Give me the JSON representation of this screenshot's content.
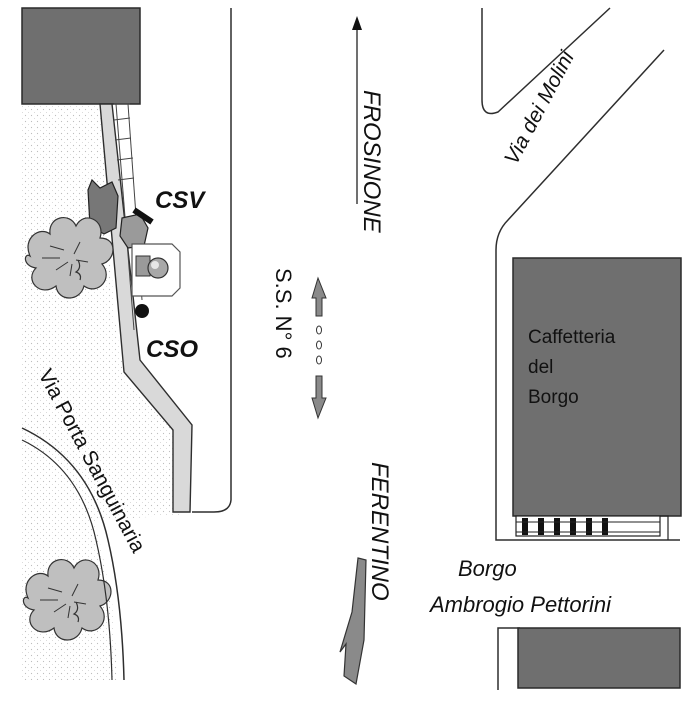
{
  "map": {
    "labels": {
      "frosinone": "FROSINONE",
      "ferentino": "FERENTINO",
      "highway": "S.S. N° 6",
      "via_dei_molini": "Via dei Molini",
      "via_porta_sanguinaria": "Via Porta Sanguinaria",
      "caffetteria": [
        "Caffetteria",
        "del",
        "Borgo"
      ],
      "borgo": [
        "Borgo",
        "Ambrogio Pettorini"
      ],
      "csv": "CSV",
      "cso": "CSO"
    },
    "colors": {
      "building_fill": "#6f6f6f",
      "building_stroke": "#2a2a2a",
      "sidewalk_fill": "#d9d9d9",
      "line": "#2e2e2e",
      "arrow_fill": "#8a8a8a"
    },
    "icons": [
      "tree-icon",
      "tree-icon",
      "camera-icon",
      "sensor-dot-icon",
      "bidirectional-arrow-icon",
      "direction-arrow-icon"
    ]
  }
}
